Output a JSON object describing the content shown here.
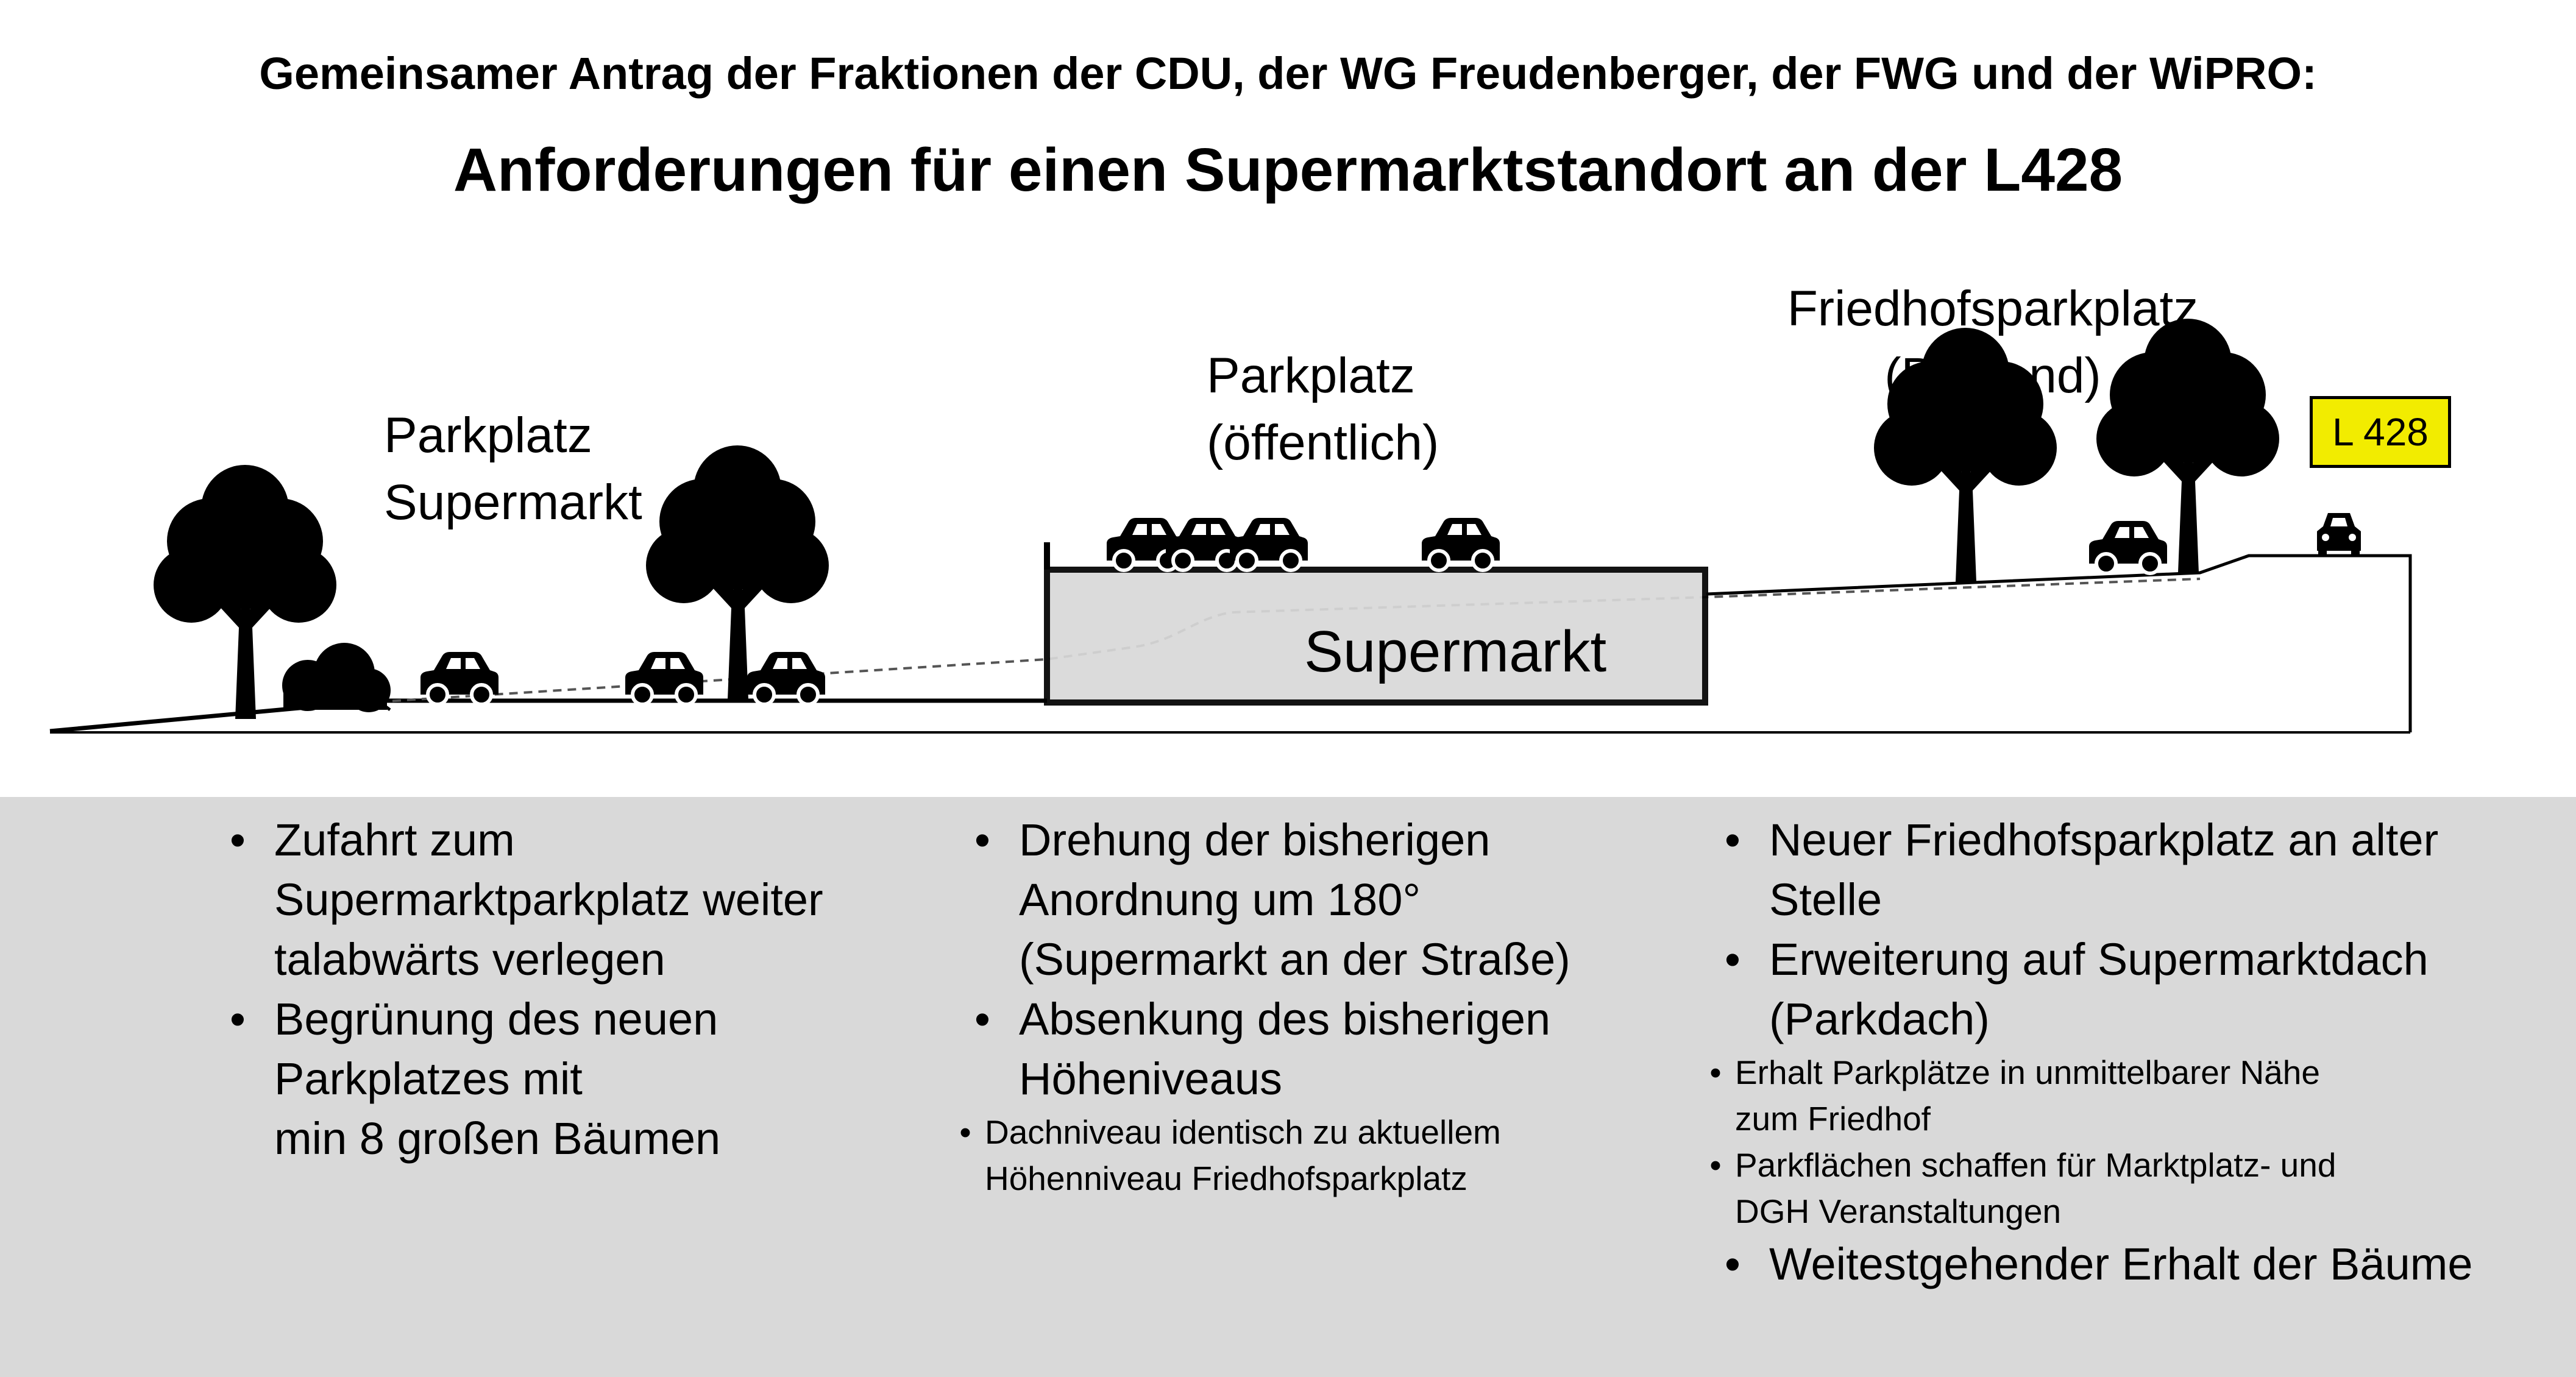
{
  "header": {
    "subtitle": "Gemeinsamer Antrag der Fraktionen der CDU, der WG Freudenberger, der FWG und der WiPRO:",
    "title": "Anforderungen für einen Supermarktstandort an der L428"
  },
  "diagram": {
    "label_parking_supermarket_1": "Parkplatz",
    "label_parking_supermarket_2": "Supermarkt",
    "label_parking_public_1": "Parkplatz",
    "label_parking_public_2": "(öffentlich)",
    "label_cemetery_parking_1": "Friedhofsparkplatz",
    "label_cemetery_parking_2": "(Bestand)",
    "road_badge": "L 428",
    "supermarket_label": "Supermarkt",
    "colors": {
      "badge": "#f2ec00",
      "building": "#d9d9d9",
      "panel": "#d9d9d9",
      "ink": "#000000"
    }
  },
  "columns": [
    {
      "items": [
        {
          "lines": [
            "Zufahrt zum",
            "Supermarktparkplatz weiter",
            "talabwärts verlegen"
          ]
        },
        {
          "lines": [
            "Begrünung des neuen",
            "Parkplatzes mit",
            "min 8 großen Bäumen"
          ]
        }
      ]
    },
    {
      "items": [
        {
          "lines": [
            "Drehung der bisherigen",
            "Anordnung um 180°",
            "(Supermarkt an der Straße)"
          ]
        },
        {
          "lines": [
            "Absenkung des bisherigen",
            "Höheniveaus"
          ],
          "sub": [
            {
              "lines": [
                "Dachniveau identisch zu aktuellem",
                "Höhenniveau Friedhofsparkplatz"
              ]
            }
          ]
        }
      ]
    },
    {
      "items": [
        {
          "lines": [
            "Neuer Friedhofsparkplatz an alter",
            "Stelle"
          ]
        },
        {
          "lines": [
            "Erweiterung auf Supermarktdach",
            "(Parkdach)"
          ],
          "sub": [
            {
              "lines": [
                "Erhalt Parkplätze in unmittelbarer Nähe",
                "zum Friedhof"
              ]
            },
            {
              "lines": [
                "Parkflächen schaffen für Marktplatz- und",
                "DGH Veranstaltungen"
              ]
            }
          ]
        },
        {
          "lines": [
            "Weitestgehender Erhalt der Bäume"
          ]
        }
      ]
    }
  ]
}
